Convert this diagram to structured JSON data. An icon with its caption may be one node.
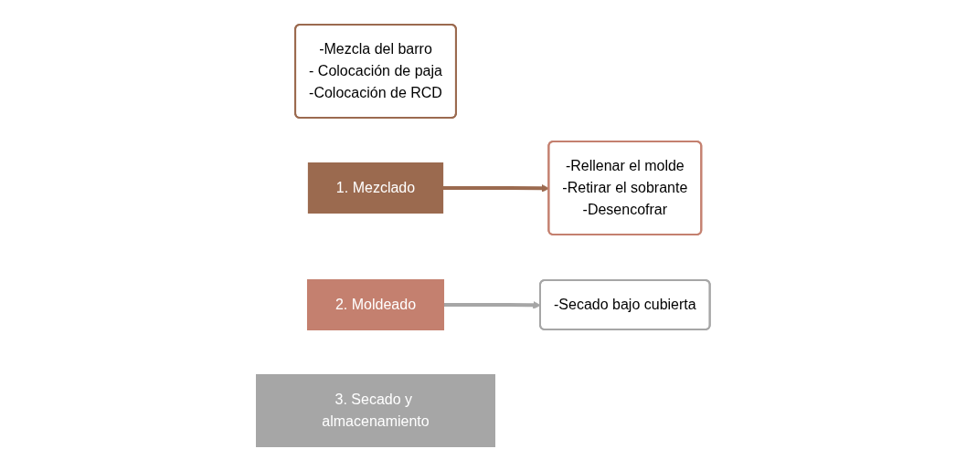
{
  "diagram": {
    "nodes": [
      {
        "text": [
          "1. Mezclado"
        ]
      },
      {
        "text": [
          "-Mezcla del barro",
          "- Colocación de paja",
          "-Colocación de RCD"
        ]
      },
      {
        "text": [
          "2. Moldeado"
        ]
      },
      {
        "text": [
          "-Rellenar el molde",
          "-Retirar el sobrante",
          "-Desencofrar"
        ]
      },
      {
        "text": [
          "3. Secado y almacenamiento"
        ]
      },
      {
        "text": [
          "-Secado bajo cubierta"
        ]
      }
    ],
    "edges": [
      {
        "from": 0,
        "to": 3,
        "arrow": "to",
        "color": "#9b6a4f"
      },
      {
        "from": 2,
        "to": 5,
        "arrow": "to",
        "color": "#a6a6a6"
      }
    ]
  }
}
